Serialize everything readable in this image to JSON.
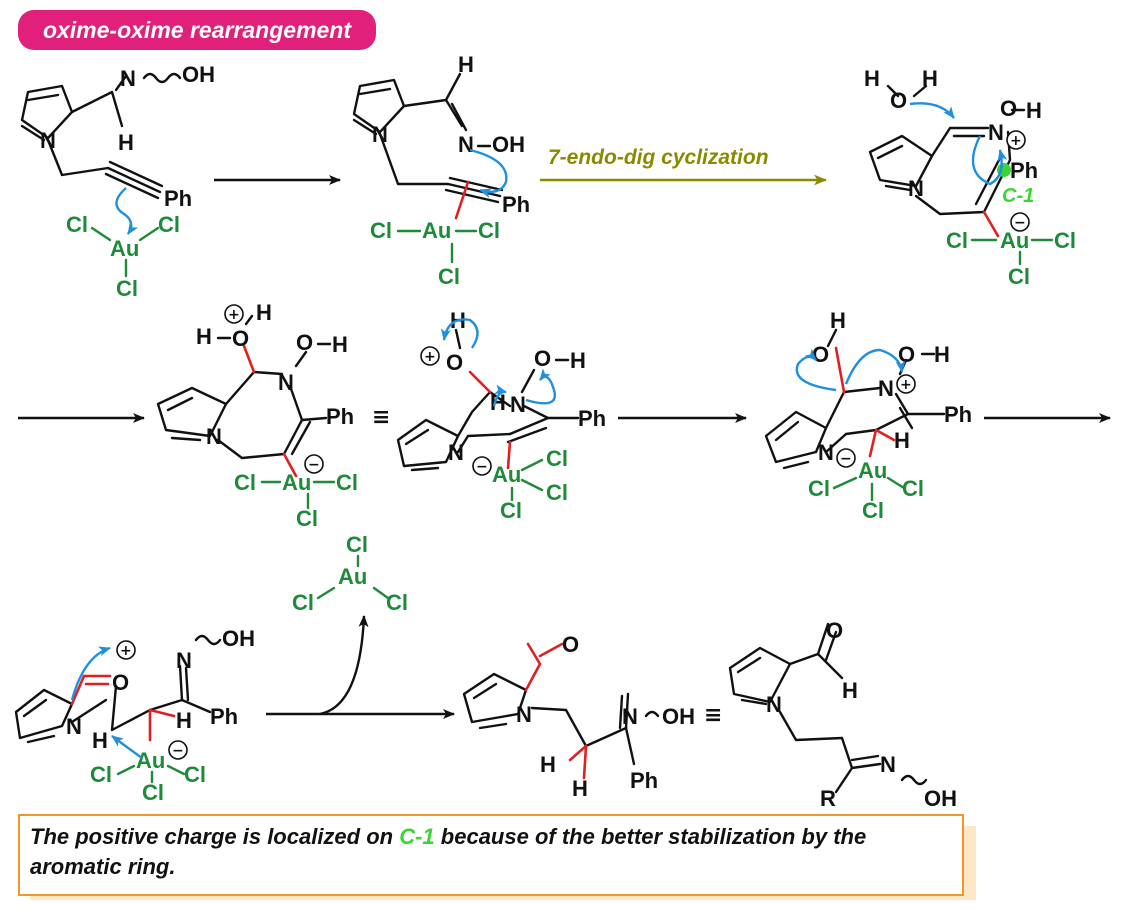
{
  "title": "oxime-oxime rearrangement",
  "step_label": "7-endo-dig cyclization",
  "note": {
    "before": "The positive charge is localized on ",
    "highlight": "C-1",
    "after": " because of the better stabilization by the aromatic ring."
  },
  "atoms": {
    "N": "N",
    "O": "O",
    "H": "H",
    "Ph": "Ph",
    "Cl": "Cl",
    "Au": "Au",
    "OH": "OH",
    "R": "R",
    "C1": "C-1",
    "equiv": "≡"
  },
  "colors": {
    "pill": "#e0207a",
    "gold_complex": "#1f8a3a",
    "electron_arrow": "#1f8fe0",
    "new_bond": "#e02020",
    "cyclization_arrow": "#8a8a00",
    "c1_highlight": "#39d633",
    "note_border": "#f0962a"
  }
}
